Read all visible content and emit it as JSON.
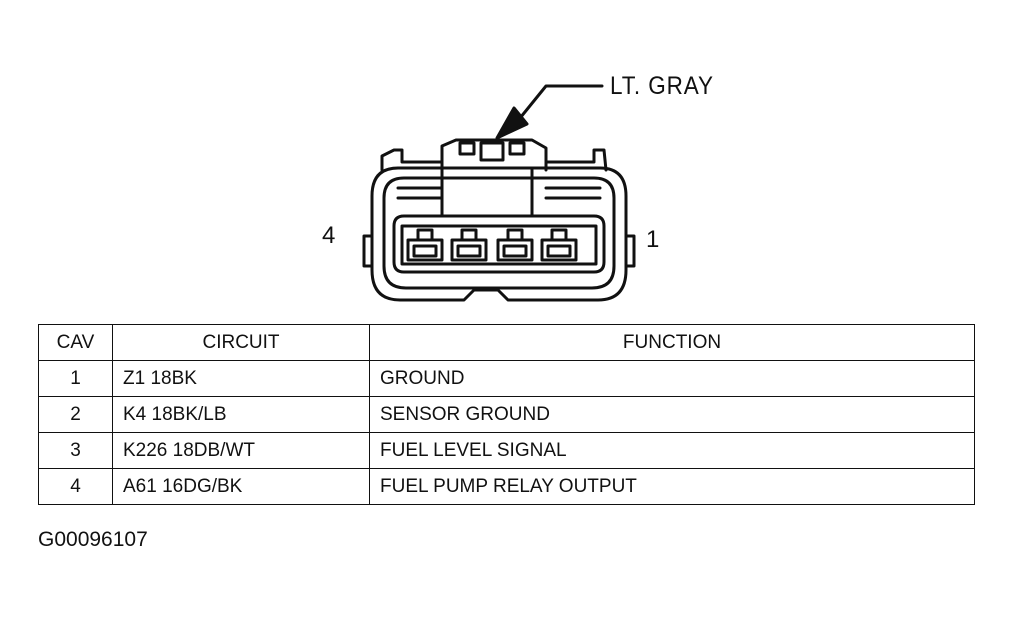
{
  "connector": {
    "color_label": "LT. GRAY",
    "pin_left_label": "4",
    "pin_right_label": "1"
  },
  "table": {
    "headers": {
      "cav": "CAV",
      "circuit": "CIRCUIT",
      "function": "FUNCTION"
    },
    "rows": [
      {
        "cav": "1",
        "circuit": "Z1 18BK",
        "function": "GROUND"
      },
      {
        "cav": "2",
        "circuit": "K4 18BK/LB",
        "function": "SENSOR GROUND"
      },
      {
        "cav": "3",
        "circuit": "K226 18DB/WT",
        "function": "FUEL LEVEL SIGNAL"
      },
      {
        "cav": "4",
        "circuit": "A61 16DG/BK",
        "function": "FUEL PUMP RELAY OUTPUT"
      }
    ]
  },
  "figure_id": "G00096107"
}
